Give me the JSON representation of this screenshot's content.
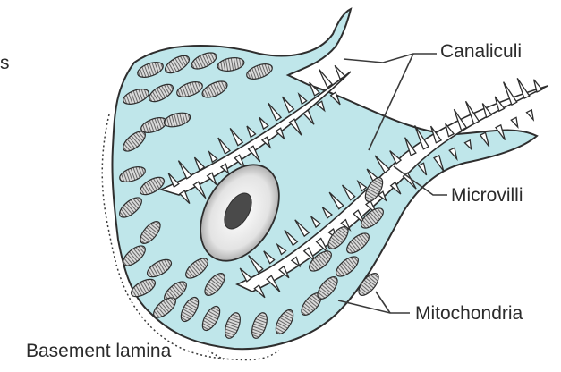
{
  "labels": {
    "canaliculi": "Canaliculi",
    "microvilli": "Microvilli",
    "mitochondria": "Mitochondria",
    "basement_lamina": "Basement lamina",
    "partial_edge": "s"
  },
  "colors": {
    "cytoplasm": "#bfe6ea",
    "outline": "#2e2e2e",
    "canaliculus_lumen": "#ffffff",
    "mitochondria_fill": "#d4d4d4",
    "nucleus_outer": "#f0f0f0",
    "nucleolus": "#4a4a4a",
    "leader_line": "#3a3a3a"
  }
}
